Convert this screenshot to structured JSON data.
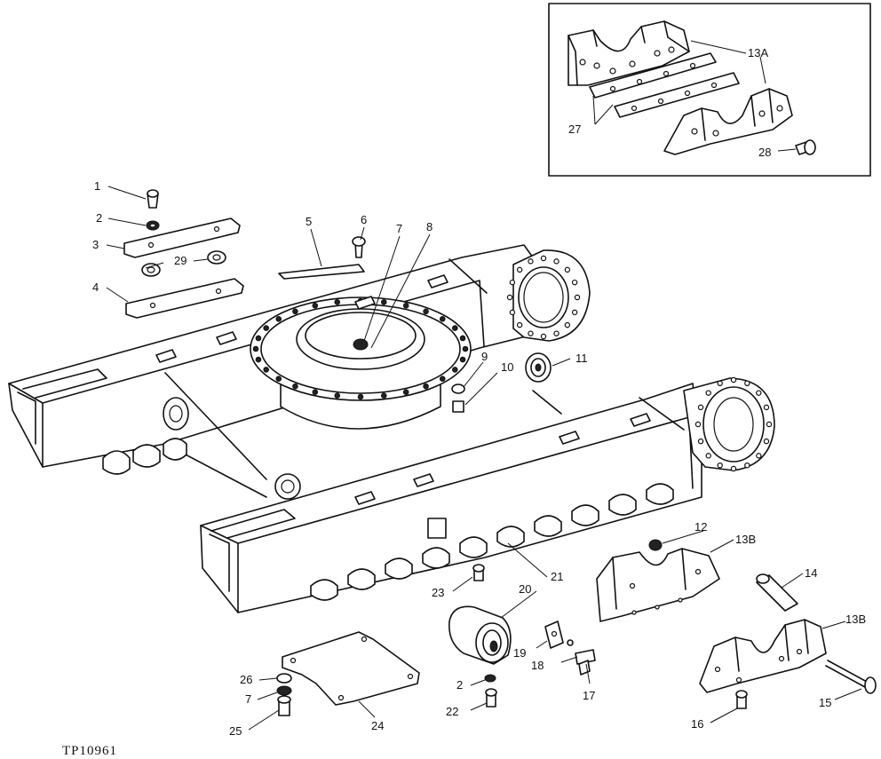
{
  "figure_id": "TP10961",
  "inset_labels": [
    "13A",
    "27",
    "28"
  ],
  "callouts": [
    "1",
    "2",
    "3",
    "4",
    "29",
    "5",
    "6",
    "7",
    "8",
    "9",
    "10",
    "11",
    "12",
    "13B",
    "14",
    "13B",
    "15",
    "16",
    "17",
    "18",
    "19",
    "20",
    "21",
    "22",
    "2",
    "23",
    "24",
    "25",
    "7",
    "26"
  ]
}
